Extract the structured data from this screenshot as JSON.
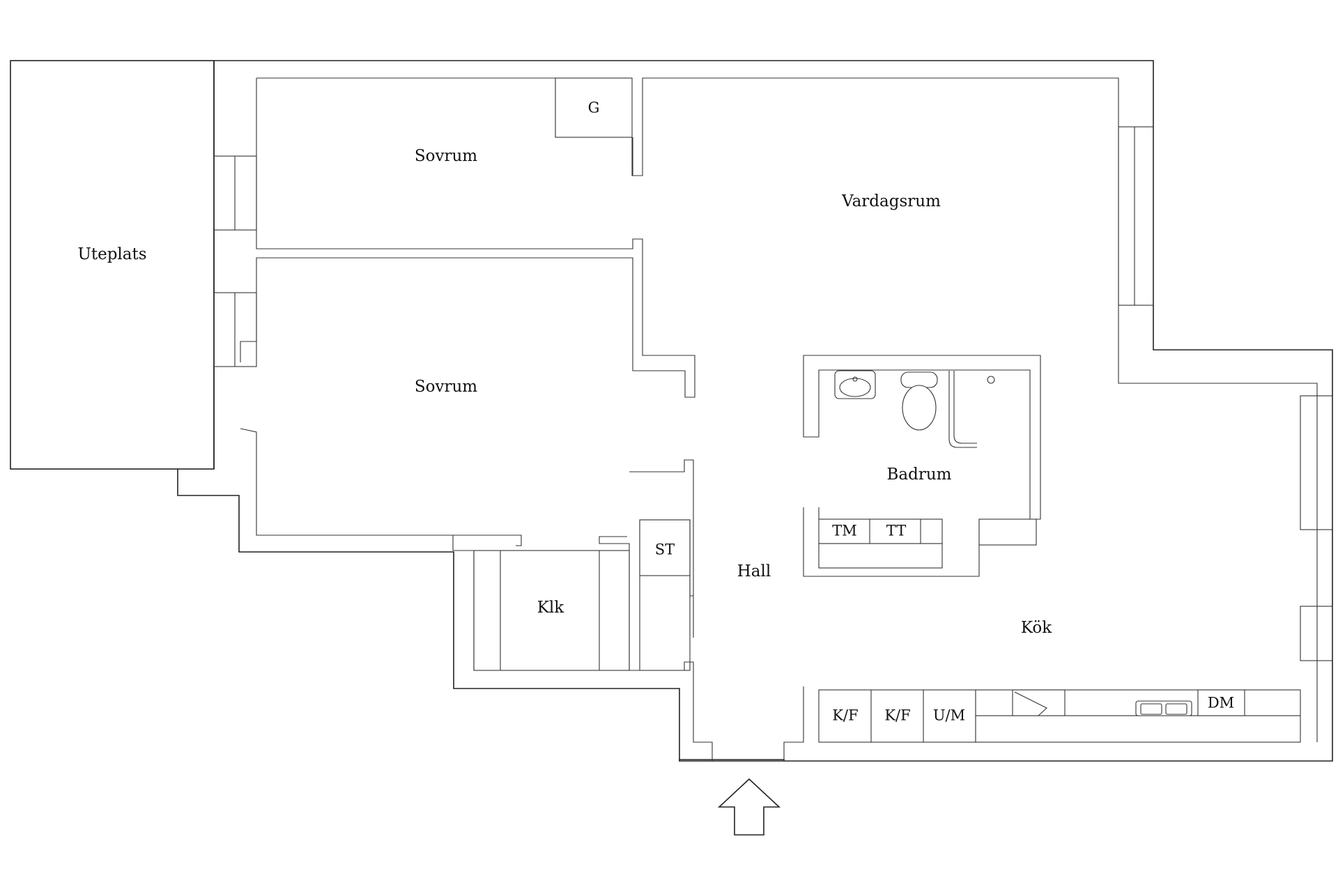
{
  "rooms": {
    "uteplats": "Uteplats",
    "sovrum_1": "Sovrum",
    "sovrum_2": "Sovrum",
    "vardagsrum": "Vardagsrum",
    "badrum": "Badrum",
    "hall": "Hall",
    "klk": "Klk",
    "kok": "Kök"
  },
  "fixtures": {
    "g": "G",
    "st": "ST",
    "tm": "TM",
    "tt": "TT",
    "kf_1": "K/F",
    "kf_2": "K/F",
    "um": "U/M",
    "dm": "DM"
  },
  "icons": {
    "entrance": "entrance-arrow-icon",
    "sink": "sink-icon",
    "toilet": "toilet-icon",
    "shower": "shower-icon",
    "kitchen_sink": "kitchen-sink-icon",
    "stove": "stove-icon"
  },
  "colors": {
    "line": "#222222",
    "background": "#ffffff"
  }
}
